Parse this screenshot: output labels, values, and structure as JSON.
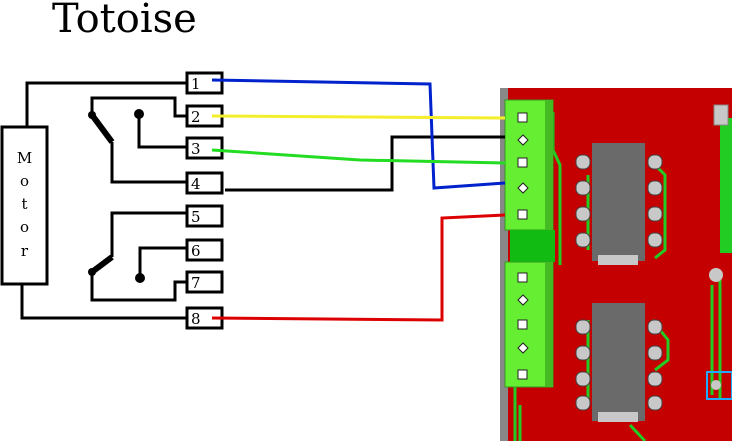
{
  "title": "Totoise",
  "motor": {
    "letters": [
      "M",
      "o",
      "t",
      "o",
      "r"
    ]
  },
  "terminals": [
    "1",
    "2",
    "3",
    "4",
    "5",
    "6",
    "7",
    "8"
  ],
  "wire_colors": {
    "blue": "#0022cc",
    "yellow": "#f5ee2a",
    "green": "#22dd22",
    "black": "#000000",
    "red": "#dd0000"
  },
  "pcb_colors": {
    "board": "#c40000",
    "edge": "#888888",
    "connector": "#66ee33",
    "chip": "#6a6a6a",
    "pad": "#c8c8c8",
    "trace": "#22cc22"
  }
}
